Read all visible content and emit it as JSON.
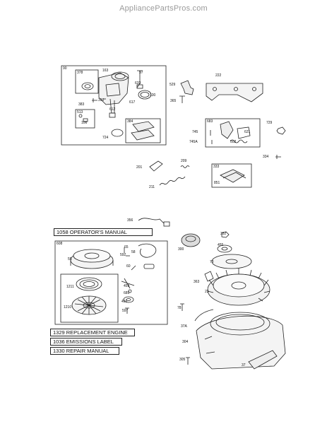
{
  "watermark": "AppliancePartsPros.com",
  "doc_labels": {
    "operators_manual": "1058 OPERATOR'S MANUAL",
    "replacement_engine": "1329 REPLACEMENT ENGINE",
    "emissions_label": "1036 EMISSIONS LABEL",
    "repair_manual": "1330 REPAIR MANUAL"
  },
  "box_titles": {
    "carb_kit": "90",
    "kit_378": "378",
    "kit_513": "513",
    "kit_384": "384",
    "governor_kit": "683",
    "spring_kit": "333",
    "starter_kit": "608"
  },
  "parts": {
    "p163": "163",
    "p97": "97",
    "p633": "633",
    "p130": "130",
    "p383": "383",
    "p390": "390",
    "p617": "617",
    "p612": "612",
    "p106": "106",
    "p724": "724",
    "p529": "529",
    "p365": "365",
    "p222": "222",
    "p745": "745",
    "p745a": "745A",
    "p621": "621",
    "p502": "502",
    "p729": "729",
    "p334": "334",
    "p201": "201",
    "p209": "209",
    "p211": "211",
    "p851": "851",
    "p356": "356",
    "p332": "332",
    "p300": "300",
    "p455": "455",
    "p65": "65",
    "p592": "592",
    "p58": "58",
    "p55": "55",
    "p60": "60",
    "p73": "73",
    "p363": "363",
    "p23": "23",
    "p1211": "1211",
    "p1210": "1210",
    "p459": "459",
    "p689": "689",
    "p456": "456",
    "p597": "597",
    "p78": "78",
    "p37a": "37A",
    "p304": "304",
    "p305": "305",
    "p37": "37"
  }
}
